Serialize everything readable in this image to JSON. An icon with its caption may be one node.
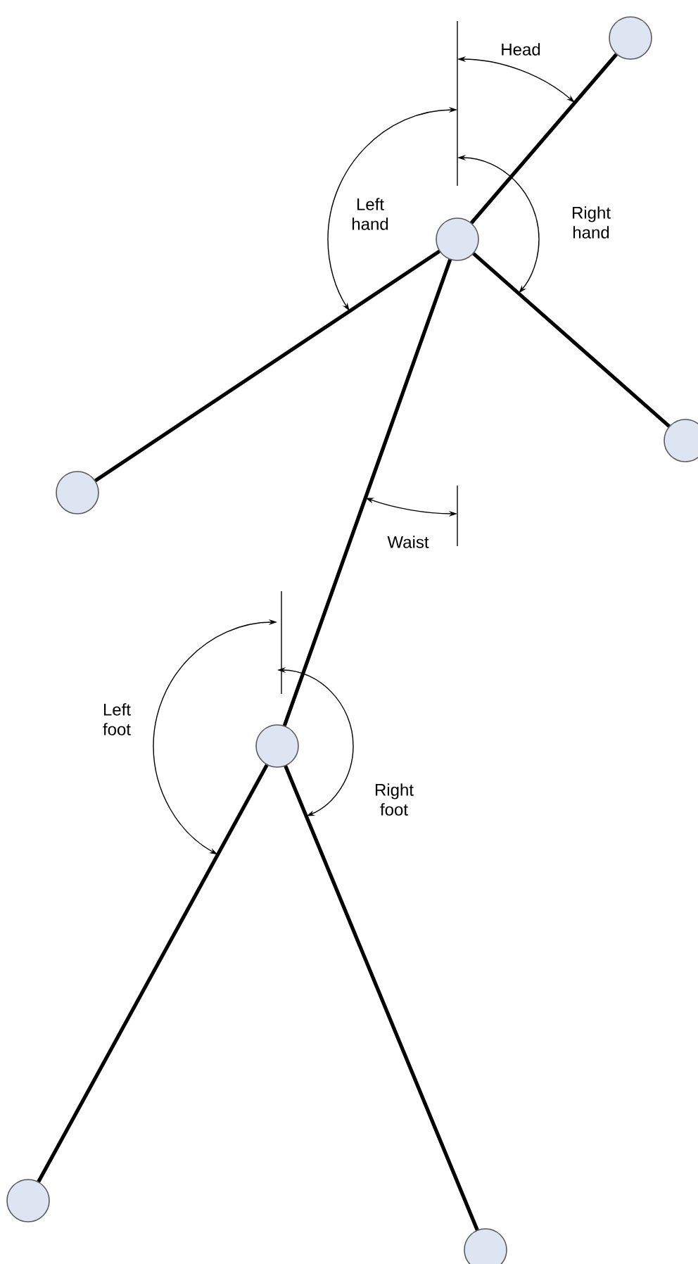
{
  "diagram": {
    "nodes": [
      {
        "text": [],
        "shape": "circle"
      },
      {
        "text": [],
        "shape": "circle"
      },
      {
        "text": [],
        "shape": "circle"
      },
      {
        "text": [],
        "shape": "circle"
      },
      {
        "text": [],
        "shape": "circle"
      },
      {
        "text": [],
        "shape": "circle"
      },
      {
        "text": [],
        "shape": "circle"
      }
    ],
    "edges": [
      {
        "from": 1,
        "to": 0,
        "arrow": "none"
      },
      {
        "from": 1,
        "to": 3,
        "arrow": "none"
      },
      {
        "from": 1,
        "to": 2,
        "arrow": "none"
      },
      {
        "from": 1,
        "to": 4,
        "arrow": "none"
      },
      {
        "from": 4,
        "to": 5,
        "arrow": "none"
      },
      {
        "from": 4,
        "to": 6,
        "arrow": "none"
      }
    ],
    "labels": [
      "Head",
      "Left hand",
      "Right hand",
      "Waist",
      "Left foot",
      "Right foot"
    ]
  }
}
